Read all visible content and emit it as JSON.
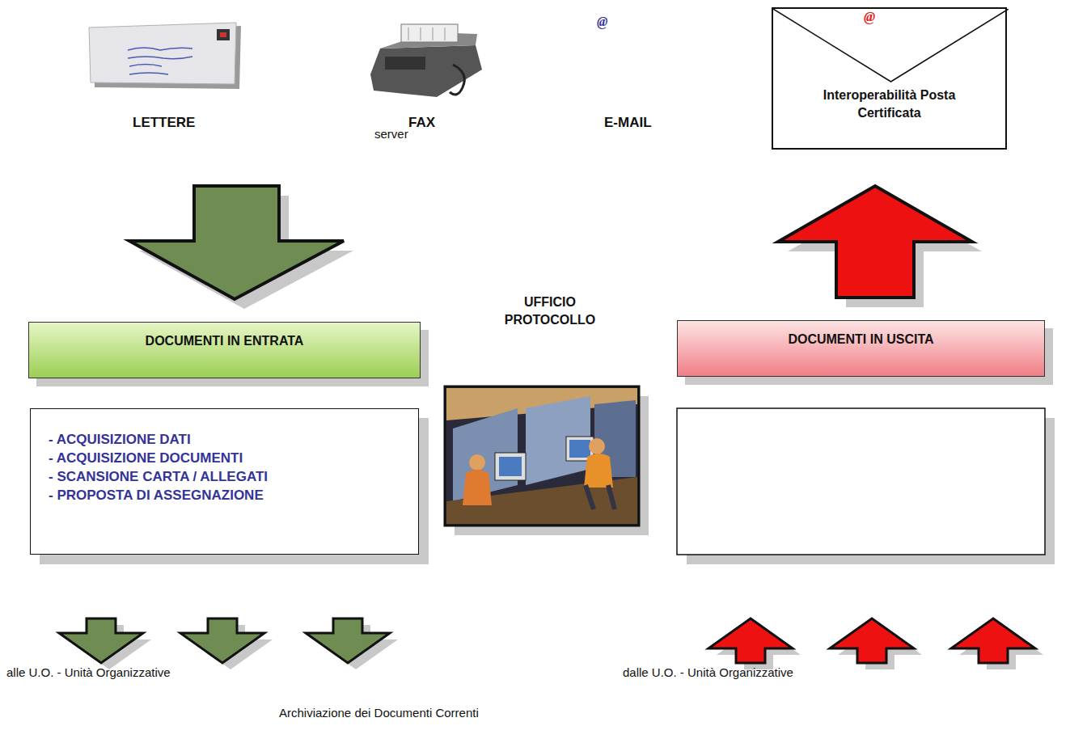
{
  "diagram": {
    "caption": "Archiviazione dei Documenti Correnti",
    "nodes": [
      {
        "text": [
          "@",
          "Interoperabilità Posta Certificata"
        ]
      },
      {
        "text": [
          "DOCUMENTI IN ENTRATA"
        ]
      },
      {
        "text": [
          "- ACQUISIZIONE  DATI",
          "- ACQUISIZIONE  DOCUMENTI",
          "- SCANSIONE CARTA / ALLEGATI",
          "- PROPOSTA DI ASSEGNAZIONE"
        ]
      },
      {
        "text": [
          "DOCUMENTI IN USCITA"
        ]
      }
    ],
    "edges": [
      {
        "from": 3,
        "to": 0,
        "arrow": "to"
      }
    ],
    "labels": [
      "LETTERE",
      "FAX",
      "server",
      "@",
      "E-MAIL",
      "UFFICIO PROTOCOLLO",
      "alle U.O. - Unità Organizzative",
      "dalle U.O. - Unità Organizzative"
    ]
  }
}
